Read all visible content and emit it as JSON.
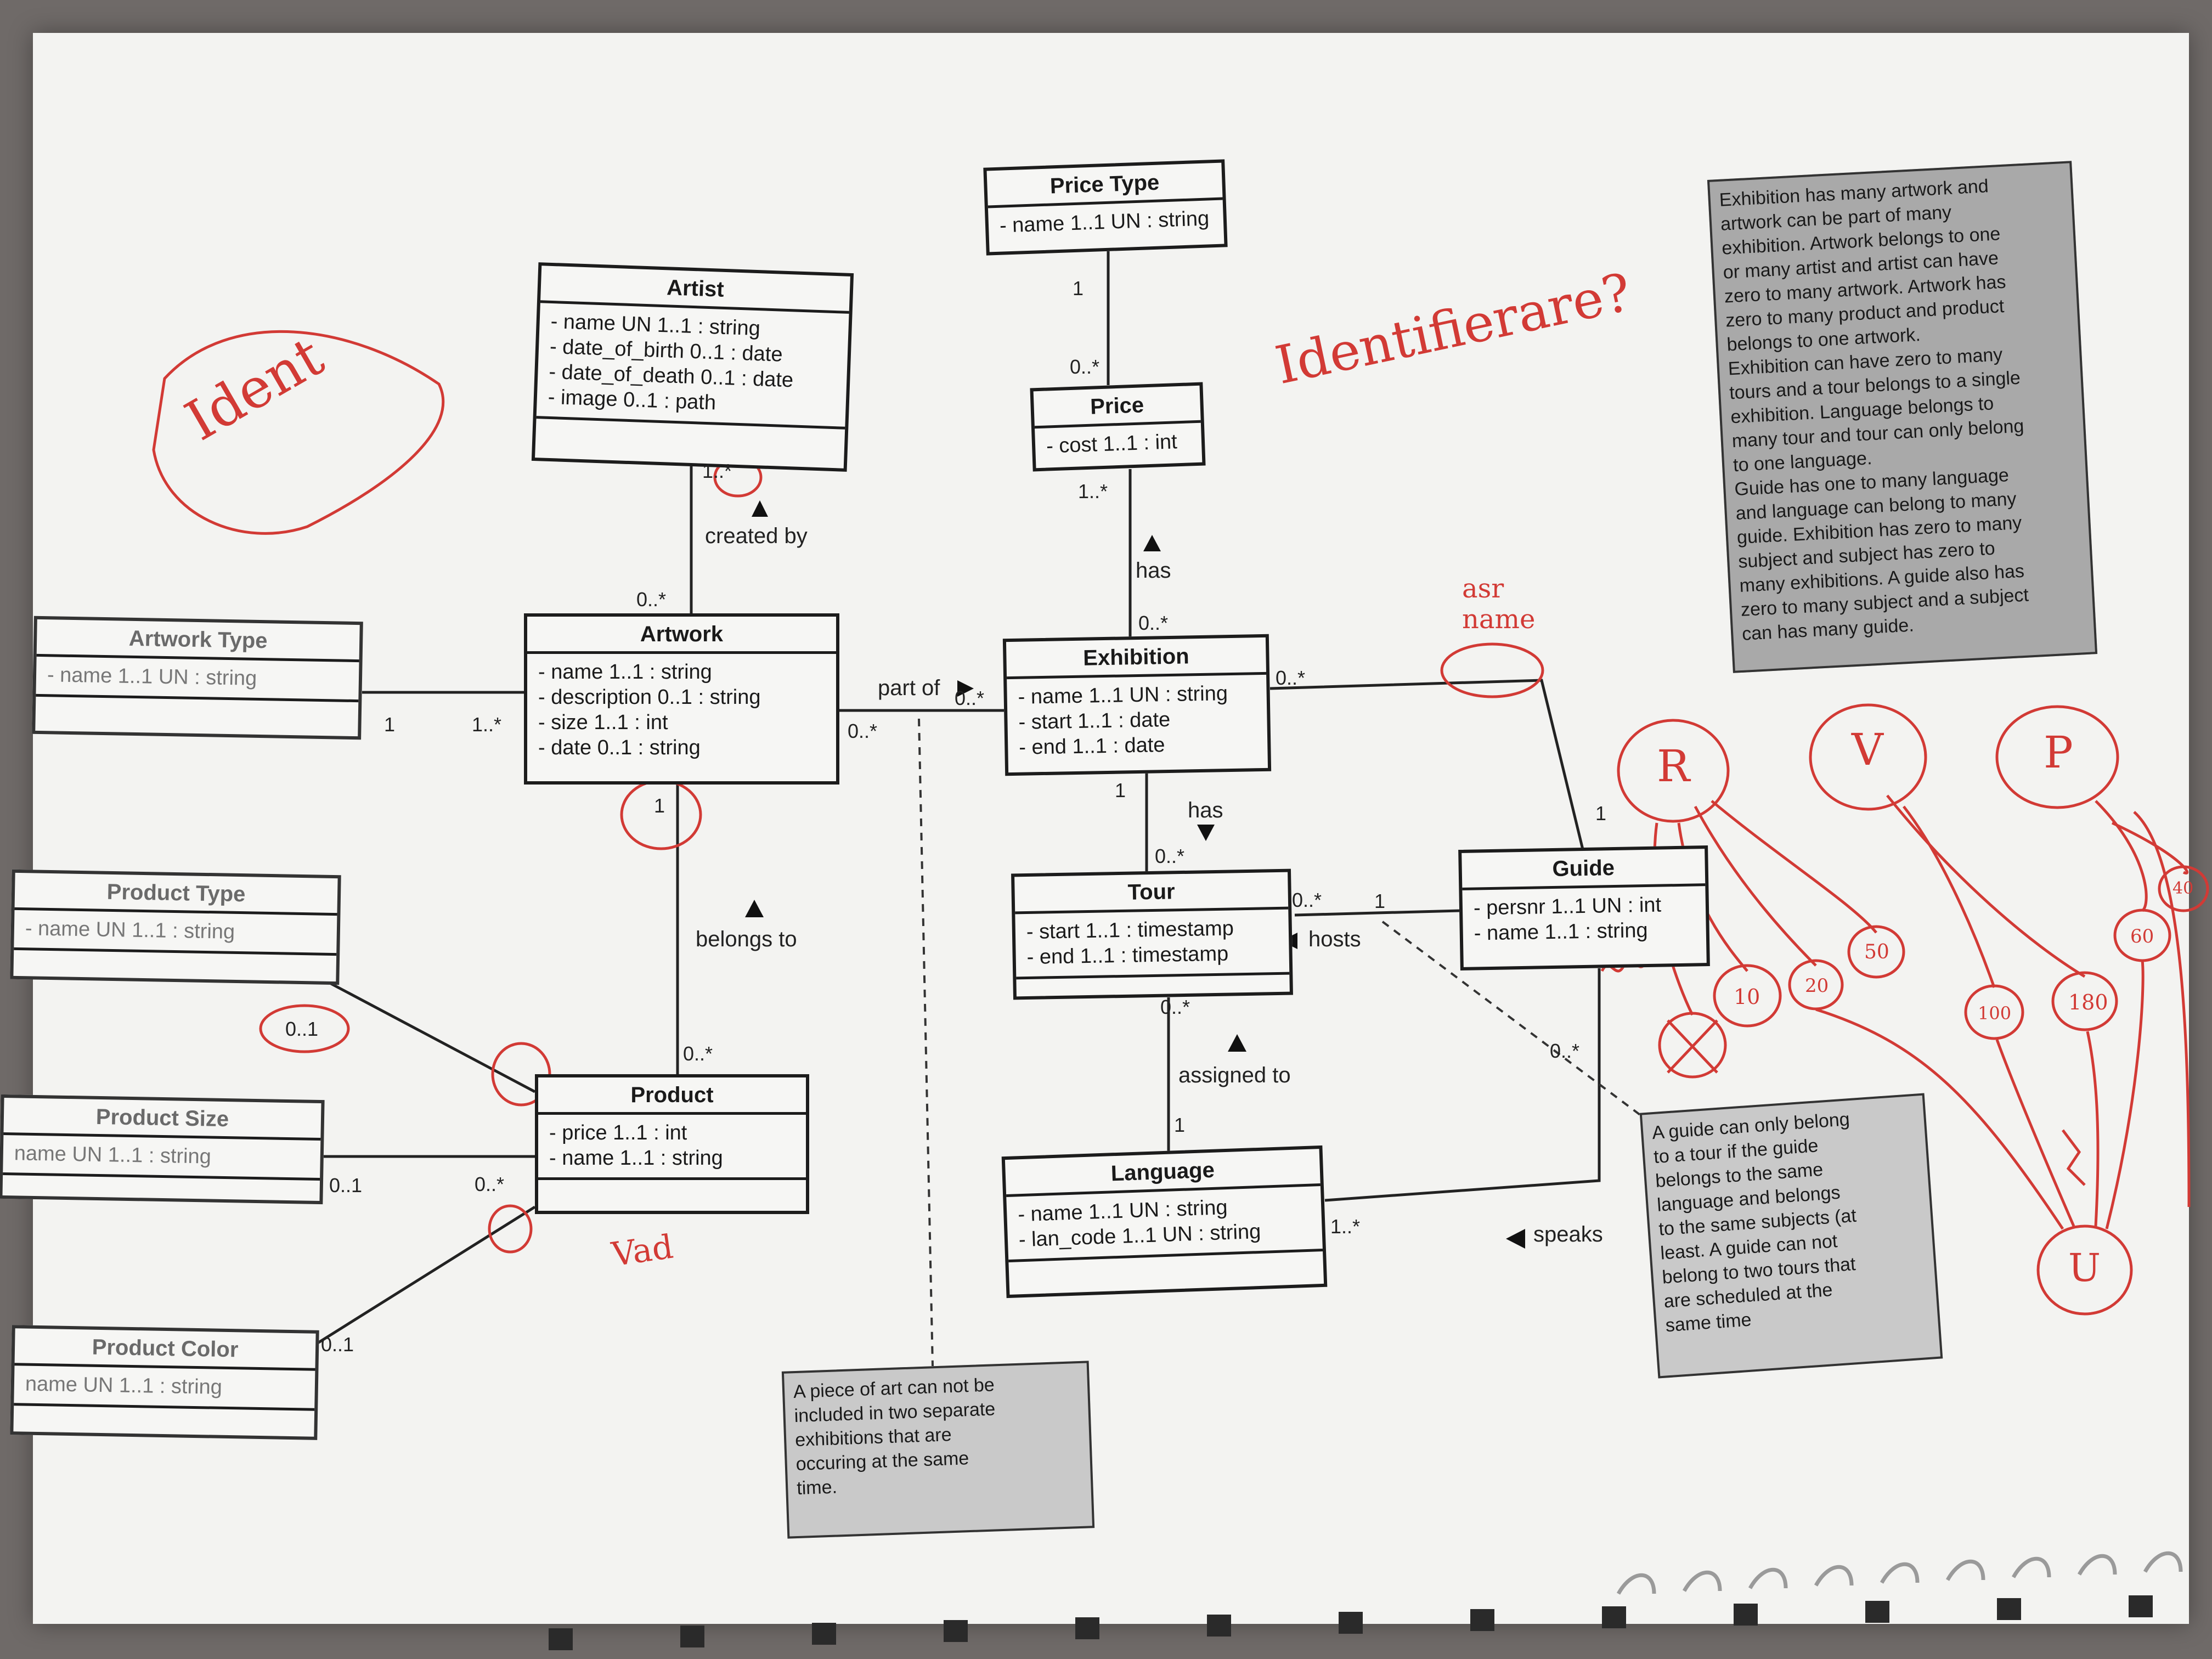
{
  "diagram": {
    "classes": {
      "price_type": {
        "name": "Price Type",
        "attributes": [
          "- name 1..1 UN : string"
        ]
      },
      "price": {
        "name": "Price",
        "attributes": [
          "- cost 1..1 : int"
        ]
      },
      "artist": {
        "name": "Artist",
        "attributes": [
          "- name UN 1..1 : string",
          "- date_of_birth 0..1 : date",
          "- date_of_death 0..1 : date",
          "- image 0..1 : path"
        ]
      },
      "artwork_type": {
        "name": "Artwork Type",
        "attributes": [
          "- name 1..1 UN : string"
        ]
      },
      "artwork": {
        "name": "Artwork",
        "attributes": [
          "- name 1..1 : string",
          "- description 0..1 : string",
          "- size 1..1 : int",
          "- date 0..1 : string"
        ]
      },
      "exhibition": {
        "name": "Exhibition",
        "attributes": [
          "- name 1..1 UN : string",
          "- start 1..1 : date",
          "- end 1..1 : date"
        ]
      },
      "tour": {
        "name": "Tour",
        "attributes": [
          "- start 1..1 : timestamp",
          "- end 1..1 : timestamp"
        ]
      },
      "guide": {
        "name": "Guide",
        "attributes": [
          "- persnr 1..1 UN : int",
          "- name 1..1 : string"
        ]
      },
      "language": {
        "name": "Language",
        "attributes": [
          "- name 1..1 UN : string",
          "- lan_code 1..1 UN : string"
        ]
      },
      "product_type": {
        "name": "Product Type",
        "attributes": [
          "- name UN 1..1 : string"
        ]
      },
      "product_size": {
        "name": "Product Size",
        "attributes": [
          "name UN 1..1 : string"
        ]
      },
      "product_color": {
        "name": "Product Color",
        "attributes": [
          "name UN 1..1 : string"
        ]
      },
      "product": {
        "name": "Product",
        "attributes": [
          "- price 1..1 : int",
          "- name 1..1 : string"
        ]
      }
    },
    "associations": {
      "created_by": "created by",
      "has_price": "has",
      "part_of": "part of",
      "has_tour": "has",
      "belongs_to": "belongs to",
      "hosts": "hosts",
      "assigned_to": "assigned to",
      "speaks": "speaks"
    },
    "multiplicities": {
      "price_type_price_top": "1",
      "price_type_price_bottom": "0..*",
      "price_exhibition_top": "1..*",
      "price_exhibition_bottom": "0..*",
      "artist_side": "1..*",
      "artwork_artist_side": "0..*",
      "artworktype_side": "1",
      "artwork_type_side": "1..*",
      "artwork_exhibition_side": "0..*",
      "exhibition_artwork_side": "0..*",
      "exhibition_guide_side": "0..*",
      "guide_exhibition_side": "1",
      "artwork_product_top": "1",
      "artwork_product_bottom": "0..*",
      "exhibition_tour_top": "1",
      "exhibition_tour_bottom": "0..*",
      "tour_guide_side": "0..*",
      "guide_tour_side": "1",
      "tour_language_top": "0..*",
      "tour_language_bottom": "1",
      "language_guide_side": "1..*",
      "guide_note_side": "0..*",
      "producttype_side": "0..1",
      "productsize_side": "0..1",
      "product_size_side": "0..*",
      "productcolor_side": "0..1"
    },
    "notes": {
      "requirements": [
        "Exhibition has many artwork and",
        "artwork can be part of many",
        "exhibition. Artwork belongs to one",
        "or many artist and artist can have",
        "zero to many artwork. Artwork has",
        "zero to many product and product",
        "belongs to one artwork.",
        "Exhibition can have zero to many",
        "tours and a tour belongs to a single",
        "exhibition. Language belongs to",
        "many tour and tour can only belong",
        "to one language.",
        "Guide has one to many language",
        "and language can belong to many",
        "guide. Exhibition has zero to many",
        "subject and subject has zero to",
        "many exhibitions. A guide also has",
        "zero to many subject and a subject",
        "can has many guide."
      ],
      "artwork_constraint": [
        "A piece of art can not be",
        "included in two separate",
        "exhibitions that are",
        "occuring at the same",
        "time."
      ],
      "guide_constraint": [
        "A guide can only belong",
        "to a tour if the guide",
        "belongs to the same",
        "language and belongs",
        "to the same subjects (at",
        "least. A guide can not",
        "belong to two tours that",
        "are scheduled at the",
        "same time"
      ]
    },
    "handwriting": {
      "ident": "Ident",
      "identifierare": "Identifierare?",
      "asr_name": "asr name",
      "r": "R",
      "v": "V",
      "p": "P",
      "u": "U",
      "n10": "10",
      "n20": "20",
      "n50": "50",
      "n100": "100",
      "n180": "180",
      "n60": "60",
      "n40": "40",
      "vad": "Vad"
    }
  }
}
